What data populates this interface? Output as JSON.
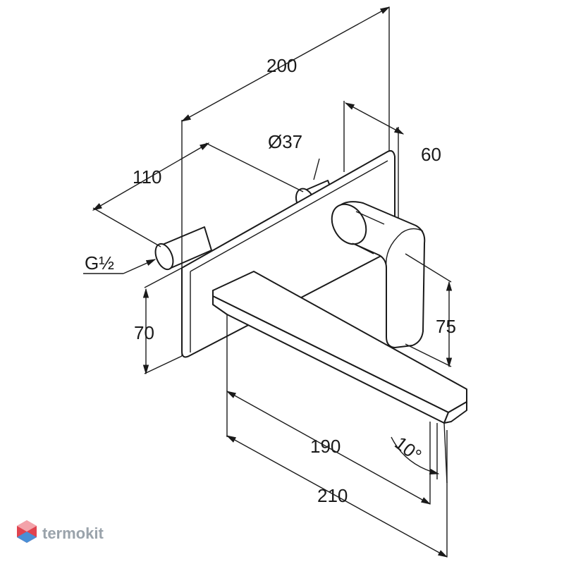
{
  "dimensions": {
    "overall_length": "200",
    "diameter": "Ø37",
    "plate_depth": "60",
    "pipe_offset": "110",
    "thread": "G½",
    "height_left": "70",
    "height_right": "75",
    "spout_projection": "190",
    "total_projection": "210",
    "spout_angle": "10°"
  },
  "watermark": {
    "brand": "termokit"
  },
  "colors": {
    "line": "#1a1a1a",
    "watermark_text": "#9aa3ab",
    "logo_red": "#e0434f",
    "logo_blue": "#4a8fd6"
  }
}
